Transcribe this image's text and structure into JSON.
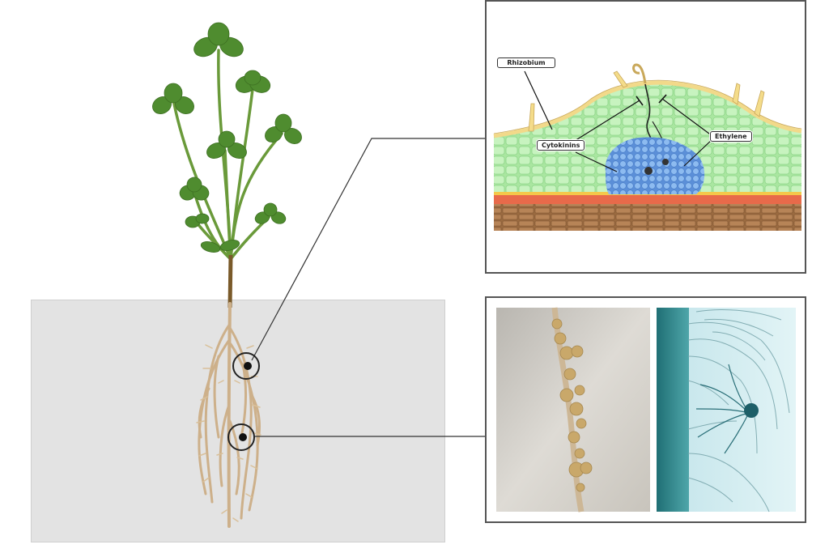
{
  "labels": {
    "rhizobium": "Rhizobium",
    "cytokinins": "Cytokinins",
    "ethylene": "Ethylene"
  },
  "colors": {
    "soil_box": "#e3e3e3",
    "leaf_green": "#4f8c2f",
    "stem_green": "#6a9a3a",
    "root_tan": "#cdb08a",
    "cortex_green": "#a9e6a0",
    "nodule_blue": "#6fa3e6",
    "epidermis_yellow": "#f4dc8a",
    "vascular_red": "#e86a4a",
    "stele_brown": "#9a6a40",
    "stain_teal": "#2a8a8f"
  }
}
